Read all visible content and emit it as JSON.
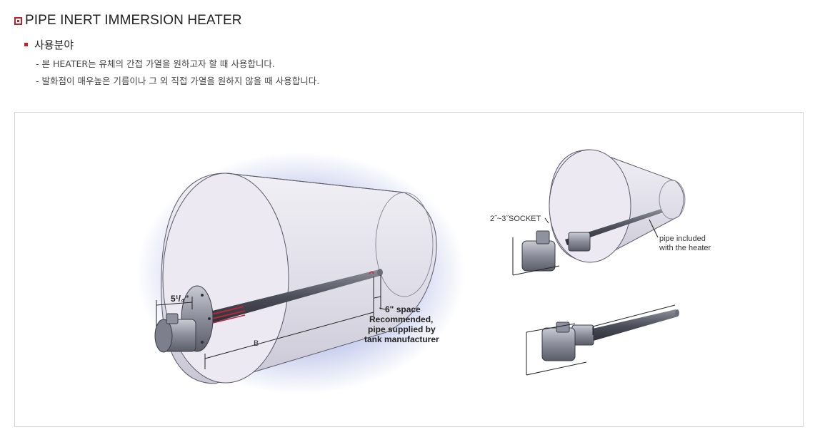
{
  "header": {
    "title": "PIPE INERT IMMERSION HEATER"
  },
  "section": {
    "label": "사용분야",
    "lines": [
      "- 본 HEATER는 유체의 간접 가열을 원하고자 할 때 사용합니다.",
      "- 발화점이 매우높은 기름이나 그 외 직접 가열을 원하지 않을 때 사용합니다."
    ]
  },
  "figure": {
    "dim_5_1_4": "5¹/₄\"",
    "dim_b": "B",
    "space_note": [
      "6\" space",
      "Recommended,",
      "pipe supplied by",
      "tank manufacturer"
    ],
    "socket_label": "2˝~3˝SOCKET",
    "pipe_note": [
      "pipe included",
      "with the heater"
    ]
  },
  "colors": {
    "accent": "#b8232f",
    "border": "#d5d5d5",
    "tank_fill": "#e6e4ee",
    "glow": "#9aa6dd"
  }
}
